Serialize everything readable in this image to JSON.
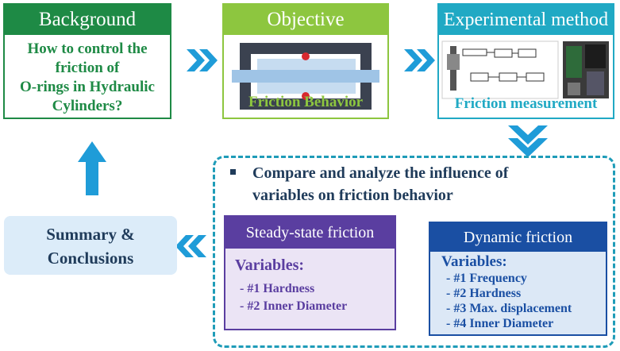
{
  "background": {
    "header": "Background",
    "lines": [
      "How to control the",
      "friction of",
      "O-rings in Hydraulic",
      "Cylinders?"
    ]
  },
  "objective": {
    "header": "Objective",
    "caption": "Friction Behavior"
  },
  "experimental": {
    "header": "Experimental method",
    "caption": "Friction measurement"
  },
  "compare": {
    "line1": "Compare and analyze the influence of",
    "line2": "variables on friction behavior"
  },
  "steady": {
    "header": "Steady-state friction",
    "variables_label": "Variables:",
    "items": [
      "- #1 Hardness",
      "- #2 Inner Diameter"
    ]
  },
  "dynamic": {
    "header": "Dynamic friction",
    "variables_label": "Variables:",
    "items": [
      "- #1 Frequency",
      "- #2 Hardness",
      "- #3 Max. displacement",
      "- #4 Inner Diameter"
    ]
  },
  "summary": {
    "line1": "Summary &",
    "line2": "Conclusions"
  },
  "colors": {
    "green": "#1e8a45",
    "light_green": "#8dc63f",
    "teal": "#20a9c4",
    "purple": "#5a3ea0",
    "blue": "#1a4fa3",
    "navy": "#1f3b5a",
    "arrow": "#1f9cd8"
  }
}
